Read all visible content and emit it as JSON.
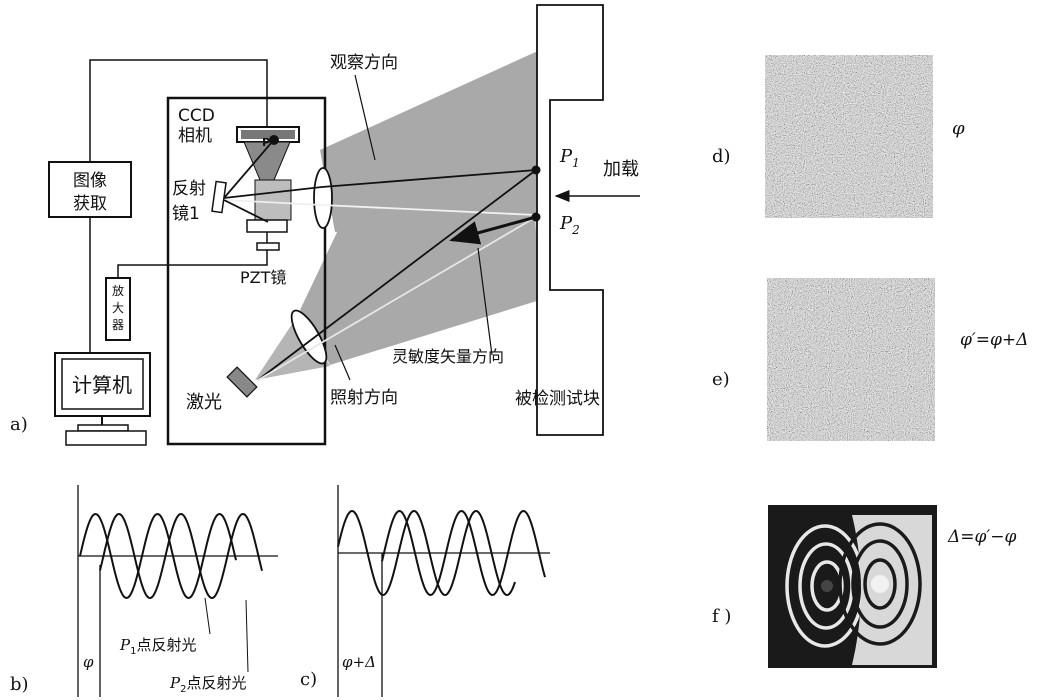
{
  "labels": {
    "panel_a": "a)",
    "panel_b": "b)",
    "panel_c": "c)",
    "panel_d": "d)",
    "panel_e": "e)",
    "panel_f": "f )",
    "ccd_line1": "CCD",
    "ccd_line2": "相机",
    "mirror_line1": "反射",
    "mirror_line2": "镜1",
    "pzt": "PZT镜",
    "image_acq_line1": "图像",
    "image_acq_line2": "获取",
    "amplifier": [
      "放",
      "大",
      "器"
    ],
    "computer": "计算机",
    "laser": "激光",
    "observe_dir": "观察方向",
    "illum_dir": "照射方向",
    "sensitivity_dir": "灵敏度矢量方向",
    "load": "加载",
    "specimen": "被检测试块",
    "p1": "P",
    "p1_sub": "1",
    "p2": "P",
    "p2_sub": "2",
    "p_small": "P",
    "b_phi": "φ",
    "b_p1_main": "P",
    "b_p1_sub": "1",
    "b_p1_rest": "点反射光",
    "b_p2_main": "P",
    "b_p2_sub": "2",
    "b_p2_rest": "点反射光",
    "c_label": "φ+Δ",
    "d_label": "φ",
    "e_label": "φ′=φ+Δ",
    "f_label": "Δ=φ′−φ"
  },
  "colors": {
    "line": "#111111",
    "beam_gray": "#a9a9a9",
    "speckle_dark": "#2e2e2e",
    "speckle_mid": "#555555",
    "fringe_bg": "#1a1a1a",
    "fringe_light": "#e8e8e8"
  },
  "icons": {
    "ccd": "ccd-camera-icon",
    "laser": "laser-icon",
    "lens": "lens-icon",
    "computer": "computer-monitor-icon"
  }
}
